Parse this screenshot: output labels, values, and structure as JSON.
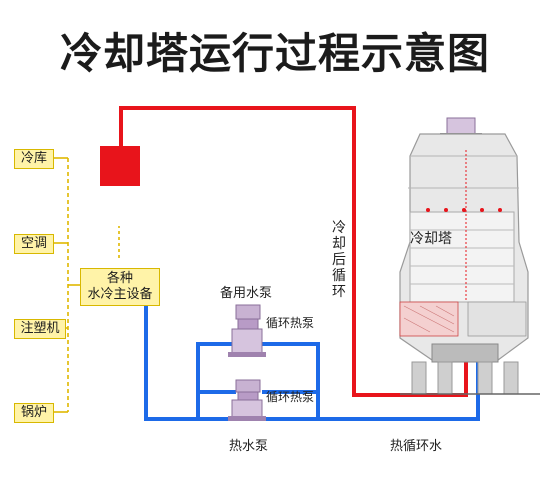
{
  "title": "冷却塔运行过程示意图",
  "equipment": [
    "冷库",
    "空调",
    "注塑机",
    "锅炉"
  ],
  "host_unit": "各种\n水冷主设备",
  "pumps": {
    "standby_label": "备用水泵",
    "circulation_pump_1": "循环热泵",
    "circulation_pump_2": "循环热泵",
    "hot_water_pump": "热水泵"
  },
  "pipes": {
    "return_cold": "冷却后循环",
    "hot_circulation": "热循环水"
  },
  "tower": {
    "label": "冷却塔"
  },
  "colors": {
    "hot_pipe": "#e8141b",
    "cold_pipe": "#1d6ae8",
    "equipment_box": "#fff3a8",
    "box_border": "#d8b800"
  }
}
